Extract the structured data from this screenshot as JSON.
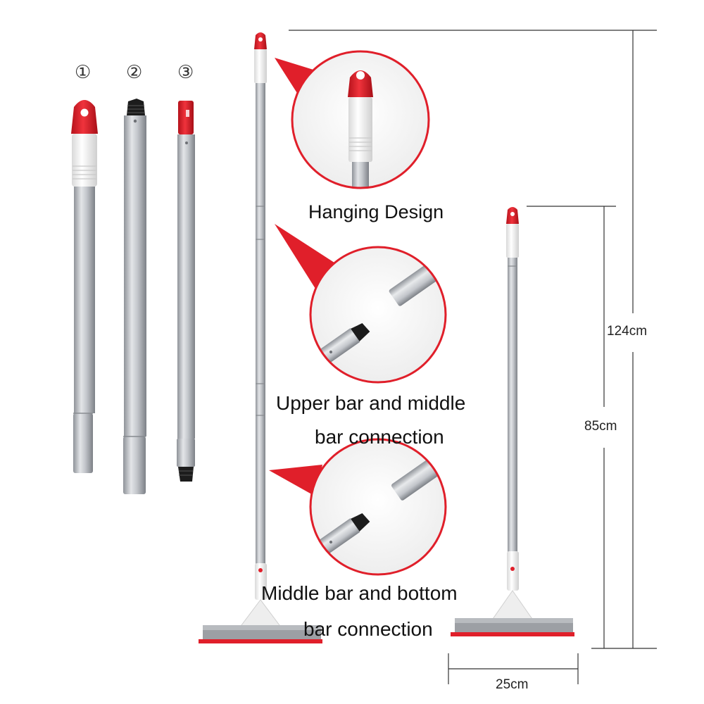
{
  "labels": {
    "part_1": "①",
    "part_2": "②",
    "part_3": "③",
    "hanging": "Hanging Design",
    "upper_middle_line1": "Upper bar and middle",
    "upper_middle_line2": "bar connection",
    "middle_bottom_line1": "Middle bar and bottom",
    "middle_bottom_line2": "bar connection",
    "full_length": "124cm",
    "short_length": "85cm",
    "head_width": "25cm"
  },
  "colors": {
    "accent_red": "#e01f2a",
    "pole_silver": "#b9bcc1",
    "cap_white": "#f4f4f4",
    "thread_black": "#1c1c1c"
  }
}
